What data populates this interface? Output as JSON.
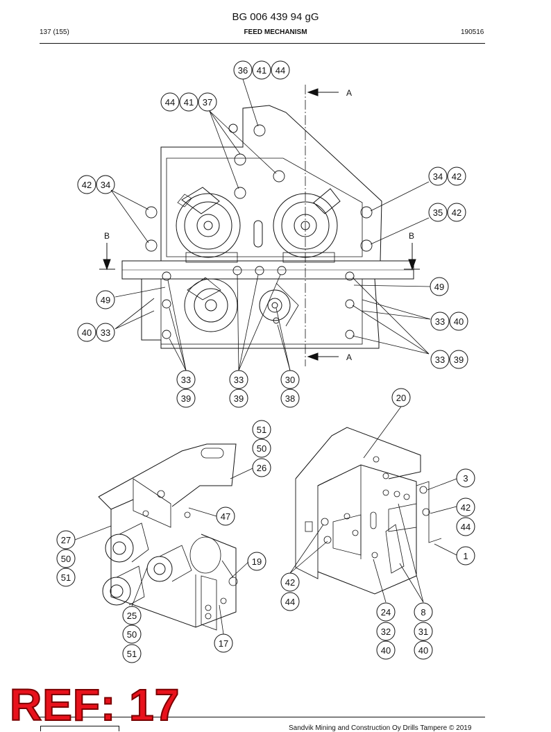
{
  "document": {
    "number": "BG 006 439 94 gG",
    "page": "137 (155)",
    "section": "FEED MECHANISM",
    "date": "190516"
  },
  "view_markers": [
    "A",
    "B",
    "B",
    "A"
  ],
  "callouts": {
    "top": [
      "36",
      "41",
      "44",
      "44",
      "41",
      "37",
      "42",
      "34",
      "34",
      "42",
      "35",
      "42",
      "49",
      "49",
      "33",
      "40",
      "40",
      "33",
      "33",
      "39",
      "33",
      "39",
      "33",
      "39",
      "30",
      "38"
    ],
    "bottom_left": [
      "51",
      "50",
      "26",
      "47",
      "27",
      "50",
      "51",
      "19",
      "25",
      "50",
      "51",
      "17"
    ],
    "bottom_right": [
      "20",
      "3",
      "42",
      "44",
      "1",
      "42",
      "44",
      "24",
      "32",
      "40",
      "8",
      "31",
      "40"
    ]
  },
  "stamp": "REF: 17",
  "footer": "Sandvik Mining and Construction Oy Drills Tampere © 2019",
  "colors": {
    "stamp": "#e8121c",
    "line": "#111111"
  }
}
